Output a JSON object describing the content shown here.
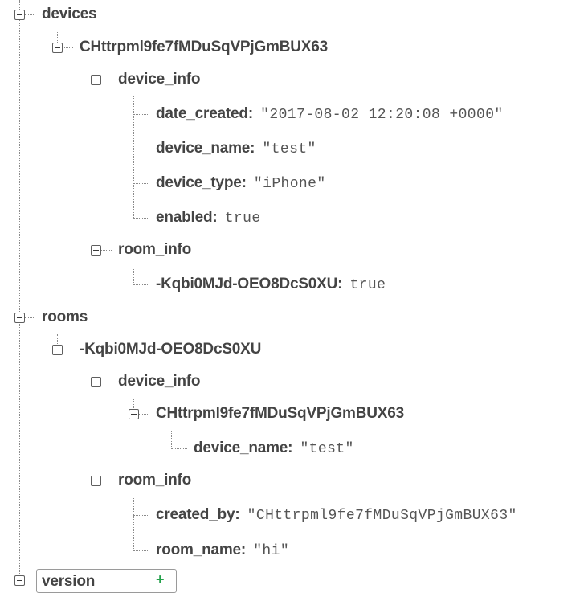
{
  "tree": {
    "devices": {
      "key": "devices",
      "device": {
        "key": "CHttrpml9fe7fMDuSqVPjGmBUX63",
        "device_info": {
          "key": "device_info",
          "fields": [
            {
              "key": "date_created",
              "value": "\"2017-08-02 12:20:08 +0000\""
            },
            {
              "key": "device_name",
              "value": "\"test\""
            },
            {
              "key": "device_type",
              "value": "\"iPhone\""
            },
            {
              "key": "enabled",
              "value": "true"
            }
          ]
        },
        "room_info": {
          "key": "room_info",
          "fields": [
            {
              "key": "-Kqbi0MJd-OEO8DcS0XU",
              "value": "true"
            }
          ]
        }
      }
    },
    "rooms": {
      "key": "rooms",
      "room": {
        "key": "-Kqbi0MJd-OEO8DcS0XU",
        "device_info": {
          "key": "device_info",
          "device": {
            "key": "CHttrpml9fe7fMDuSqVPjGmBUX63",
            "fields": [
              {
                "key": "device_name",
                "value": "\"test\""
              }
            ]
          }
        },
        "room_info": {
          "key": "room_info",
          "fields": [
            {
              "key": "created_by",
              "value": "\"CHttrpml9fe7fMDuSqVPjGmBUX63\""
            },
            {
              "key": "room_name",
              "value": "\"hi\""
            }
          ]
        }
      }
    }
  },
  "new_child": {
    "key_input": "version",
    "add_icon": "plus-icon",
    "cancel_icon": "close-icon"
  },
  "colors": {
    "add": "#24a14b",
    "cancel": "#e64336",
    "key_text": "#444444",
    "value_text": "#555555"
  }
}
